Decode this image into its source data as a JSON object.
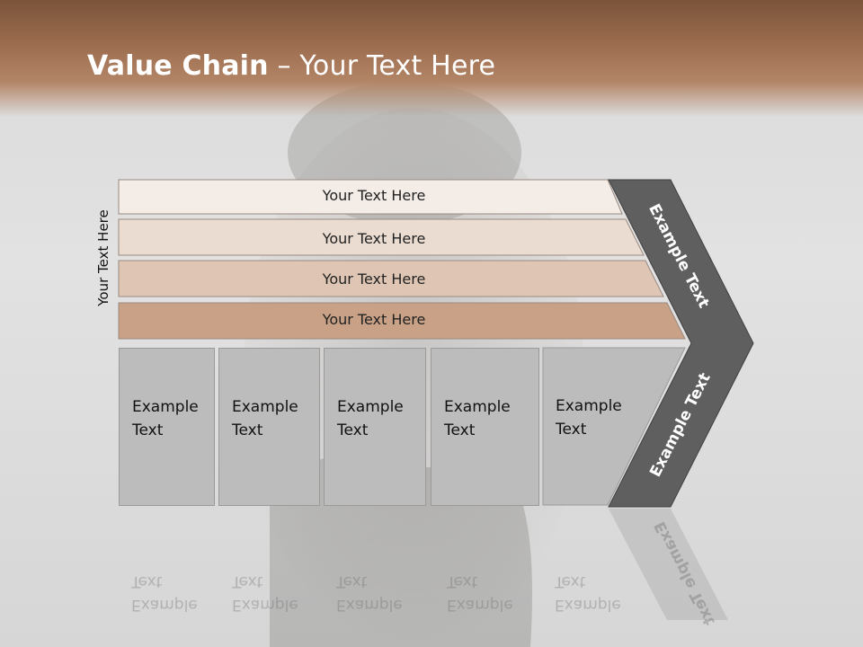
{
  "title": {
    "bold": "Value Chain",
    "rest": " – Your Text Here"
  },
  "side_label": "Your Text Here",
  "rows": [
    {
      "label": "Your Text Here",
      "color": "#f3ece7"
    },
    {
      "label": "Your Text Here",
      "color": "#eadcd1"
    },
    {
      "label": "Your Text Here",
      "color": "#dfc6b4"
    },
    {
      "label": "Your Text Here",
      "color": "#c9a186"
    }
  ],
  "columns": [
    {
      "line1": "Example",
      "line2": "Text"
    },
    {
      "line1": "Example",
      "line2": "Text"
    },
    {
      "line1": "Example",
      "line2": "Text"
    },
    {
      "line1": "Example",
      "line2": "Text"
    },
    {
      "line1": "Example",
      "line2": "Text"
    }
  ],
  "chevron": {
    "upper": "Example Text",
    "lower": "Example Text",
    "color": "#5f5f5f"
  }
}
